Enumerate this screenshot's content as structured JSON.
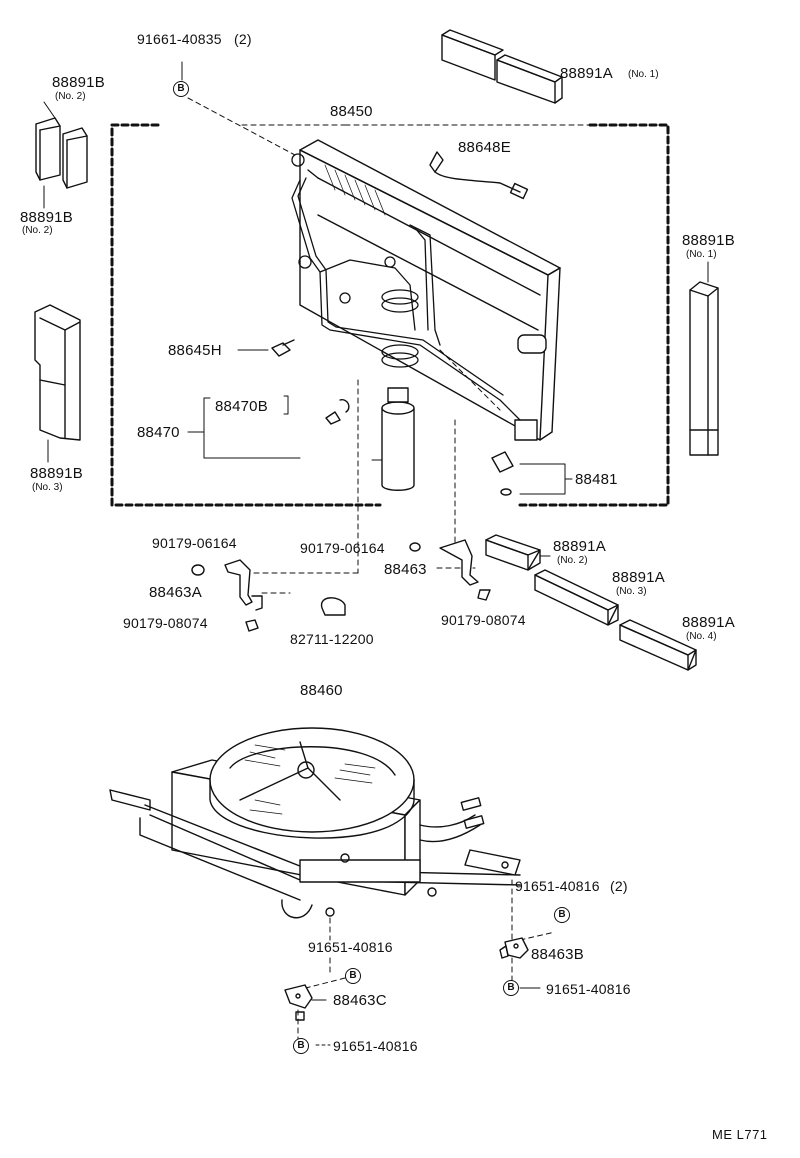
{
  "marker": "B",
  "code": "ME L771",
  "labels": {
    "p91661": "91661-40835",
    "p91661_qty": "(2)",
    "p88891a_1": "88891A",
    "p88891a_1_no": "(No. 1)",
    "p88891b_2a": "88891B",
    "p88891b_2a_no": "(No. 2)",
    "p88891b_2b": "88891B",
    "p88891b_2b_no": "(No. 2)",
    "p88450": "88450",
    "p88648e": "88648E",
    "p88891b_1": "88891B",
    "p88891b_1_no": "(No. 1)",
    "p88645h": "88645H",
    "p88470b": "88470B",
    "p88470": "88470",
    "p88891b_3": "88891B",
    "p88891b_3_no": "(No. 3)",
    "p88481": "88481",
    "p90179_06164_l": "90179-06164",
    "p90179_06164_r": "90179-06164",
    "p88891a_2": "88891A",
    "p88891a_2_no": "(No. 2)",
    "p88463": "88463",
    "p88891a_3": "88891A",
    "p88891a_3_no": "(No. 3)",
    "p88463a": "88463A",
    "p88891a_4": "88891A",
    "p88891a_4_no": "(No. 4)",
    "p90179_08074_l": "90179-08074",
    "p82711": "82711-12200",
    "p90179_08074_r": "90179-08074",
    "p88460": "88460",
    "p91651_r_top": "91651-40816",
    "p91651_r_top_qty": "(2)",
    "p88463b": "88463B",
    "p91651_l_top": "91651-40816",
    "p91651_r_bot": "91651-40816",
    "p88463c": "88463C",
    "p91651_l_bot": "91651-40816"
  }
}
